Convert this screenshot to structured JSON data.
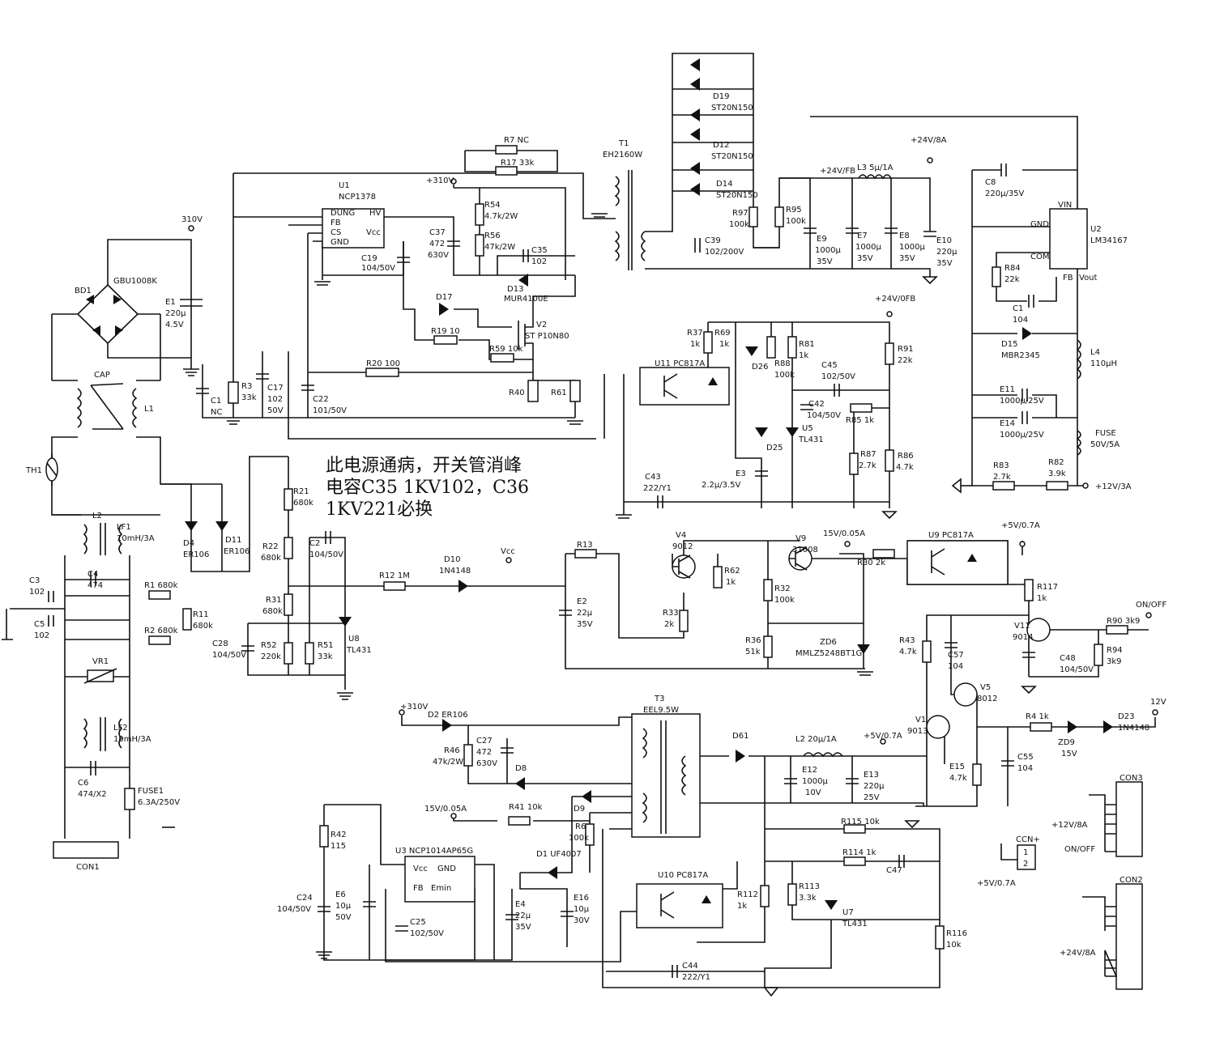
{
  "note": "此电源通病，开关管消峰\n电容C35 1KV102，C36\n1KV221必换",
  "labels": {
    "bridge": "GBU1008K",
    "bd1": "BD1",
    "e1": "E1",
    "e1_value": "220μ",
    "e1_voltage": "4.5V",
    "v310_top": "310V",
    "v310_u1": "+310V",
    "v310_t3": "+310V",
    "cap": "CAP",
    "l1": "L1",
    "th1": "TH1",
    "u1": "U1",
    "u1_part": "NCP1378",
    "u1_pin1": "DUNG",
    "u1_pin2": "FB",
    "u1_pin3": "CS",
    "u1_pin4": "GND",
    "u1_hv": "HV",
    "u1_vcc": "Vcc",
    "c19": "C19",
    "c19_value": "104/50V",
    "r7": "R7 NC",
    "r17": "R17 33k",
    "t1": "T1",
    "t1_part": "EH2160W",
    "r54": "R54",
    "r54_value": "4.7k/2W",
    "r56": "R56",
    "r56_value": "47k/2W",
    "c37": "C37",
    "c37_value": "472",
    "c37_voltage": "630V",
    "c35": "C35",
    "c35_value": "102",
    "d13": "D13",
    "d13_part": "MUR4100E",
    "d17": "D17",
    "v2": "V2",
    "v2_part": "ST P10N80",
    "r19": "R19 10",
    "r59": "R59 10k",
    "r20": "R20 100",
    "r40": "R40",
    "r61": "R61",
    "r3": "R3",
    "r3_value": "33k",
    "c1": "C1",
    "c1_value": "NC",
    "c17": "C17",
    "c17_value": "102",
    "c17_voltage": "50V",
    "c22": "C22",
    "c22_value": "101/50V",
    "d19": "D19",
    "d19_part": "ST20N150",
    "d12": "D12",
    "d12_part": "ST20N150",
    "d14": "D14",
    "d14_part": "ST20N150",
    "r97": "R97",
    "r97_value": "100k",
    "r95": "R95",
    "r95_value": "100k",
    "c39": "C39",
    "c39_value": "102/200V",
    "v24_8a": "+24V/8A",
    "v24_fb": "+24V/FB",
    "l3": "L3 5μ/1A",
    "e9": "E9",
    "e9_value": "1000μ",
    "e9_voltage": "35V",
    "e7": "E7",
    "e7_value": "1000μ",
    "e7_voltage": "35V",
    "e8": "E8",
    "e8_value": "1000μ",
    "e8_voltage": "35V",
    "e10": "E10",
    "e10_value": "220μ",
    "e10_voltage": "35V",
    "c8": "C8",
    "c8_value": "220μ/35V",
    "u2": "U2",
    "u2_part": "LM34167",
    "u2_vin": "VIN",
    "u2_gnd": "GND",
    "u2_com": "COM",
    "u2_fb": "FB",
    "u2_vout": "Vout",
    "r84": "R84",
    "r84_value": "22k",
    "c1b": "C1",
    "c1b_value": "104",
    "d15": "D15",
    "d15_part": "MBR2345",
    "l4": "L4",
    "l4_value": "110μH",
    "e11": "E11",
    "e11_value": "1000μ/25V",
    "e14": "E14",
    "e14_value": "1000μ/25V",
    "fuse": "FUSE",
    "fuse_value": "50V/5A",
    "r83": "R83",
    "r83_value": "2.7k",
    "r82": "R82",
    "r82_value": "3.9k",
    "v12_3a": "+12V/3A",
    "v24_0fb": "+24V/0FB",
    "r37": "R37",
    "r37_value": "1k",
    "r69": "R69",
    "r69_value": "1k",
    "r88": "R88",
    "r88_value": "100k",
    "r81": "R81",
    "r81_value": "1k",
    "r91": "R91",
    "r91_value": "22k",
    "c45": "C45",
    "c45_value": "102/50V",
    "u11": "U11 PC817A",
    "d26": "D26",
    "c42": "C42",
    "c42_value": "104/50V",
    "r85": "R85 1k",
    "u5": "U5",
    "u5_part": "TL431",
    "d25": "D25",
    "r87": "R87",
    "r87_value": "2.7k",
    "r86": "R86",
    "r86_value": "4.7k",
    "e3": "E3",
    "e3_value": "2.2μ/3.5V",
    "c43": "C43",
    "c43_value": "222/Y1",
    "l2": "L2",
    "lf1": "LF1",
    "lf1_value": "10mH/3A",
    "d4": "D4",
    "d4_part": "ER106",
    "d11": "D11",
    "d11_part": "ER106",
    "c3": "C3",
    "c3_value": "102",
    "c5": "C5",
    "c5_value": "102",
    "c4": "C4",
    "c4_value": "474",
    "r1": "R1 680k",
    "r11": "R11",
    "r11_value": "680k",
    "r2": "R2 680k",
    "vr1": "VR1",
    "lf2": "LF2",
    "lf2_value": "10mH/3A",
    "c6": "C6",
    "c6_value": "474/X2",
    "fuse1": "FUSE1",
    "fuse1_value": "6.3A/250V",
    "con1": "CON1",
    "r21": "R21",
    "r21_value": "680k",
    "r22": "R22",
    "r22_value": "680k",
    "r31": "R31",
    "r31_value": "680k",
    "r52": "R52",
    "r52_value": "220k",
    "r51": "R51",
    "r51_value": "33k",
    "c28": "C28",
    "c28_value": "104/50V",
    "c2": "C2",
    "c2_value": "104/50V",
    "u8": "U8",
    "u8_part": "TL431",
    "r12": "R12 1M",
    "d10": "D10",
    "d10_part": "1N4148",
    "vcc": "Vcc",
    "r13": "R13",
    "e2": "E2",
    "e2_value": "22μ",
    "e2_voltage": "35V",
    "v4": "V4",
    "v4_part": "9012",
    "r62": "R62",
    "r62_value": "1k",
    "r33": "R33",
    "r33_value": "2k",
    "v9": "V9",
    "v9_part": "31008",
    "r32": "R32",
    "r32_value": "100k",
    "r36": "R36",
    "r36_value": "51k",
    "zd6": "ZD6",
    "zd6_part": "MMLZ5248BT1G",
    "v15": "15V/0.05A",
    "r30": "R30 2k",
    "u9": "U9 PC817A",
    "v5_07a_top": "+5V/0.7A",
    "r117": "R117",
    "r117_value": "1k",
    "on_off_top": "ON/OFF",
    "r90": "R90 3k9",
    "r94": "R94",
    "r94_value": "3k9",
    "v11": "V11",
    "v11_part": "9014",
    "c48": "C48",
    "c48_value": "104/50V",
    "r43": "R43",
    "r43_value": "4.7k",
    "c57": "C57",
    "c57_value": "104",
    "v5": "V5",
    "v5_part": "8012",
    "v1": "V1",
    "v1_part": "9013",
    "r4": "R4 1k",
    "zd9": "ZD9",
    "zd9_value": "15V",
    "d23": "D23",
    "d23_part": "1N4148",
    "v12": "12V",
    "e15": "E15",
    "e15_value": "4.7k",
    "c55": "C55",
    "c55_value": "104",
    "d2": "D2 ER106",
    "r46": "R46",
    "r46_value": "47k/2W",
    "c27": "C27",
    "c27_value": "472",
    "c27_voltage": "630V",
    "d8": "D8",
    "t3": "T3",
    "t3_part": "EEL9.5W",
    "d61": "D61",
    "l2b": "L2 20μ/1A",
    "v5_07a_mid": "+5V/0.7A",
    "e12": "E12",
    "e12_value": "1000μ",
    "e12_voltage": "10V",
    "e13": "E13",
    "e13_value": "220μ",
    "e13_voltage": "25V",
    "d9": "D9",
    "r41": "R41 10k",
    "r6": "R6",
    "r6_value": "100k",
    "v15b": "15V/0.05A",
    "r42": "R42",
    "r42_value": "115",
    "u3": "U3 NCP1014AP65G",
    "u3_vcc": "Vcc",
    "u3_gnd": "GND",
    "u3_fb": "FB",
    "u3_emin": "Emin",
    "c24": "C24",
    "c24_value": "104/50V",
    "e6": "E6",
    "e6_value": "10μ",
    "e6_voltage": "50V",
    "c25": "C25",
    "c25_value": "102/50V",
    "d1": "D1 UF4007",
    "e4": "E4",
    "e4_value": "22μ",
    "e4_voltage": "35V",
    "e16": "E16",
    "e16_value": "10μ",
    "e16_voltage": "30V",
    "u10": "U10 PC817A",
    "r112": "R112",
    "r112_value": "1k",
    "r113": "R113",
    "r113_value": "3.3k",
    "r115": "R115 10k",
    "r114": "R114 1k",
    "c47": "C47",
    "u7": "U7",
    "u7_part": "TL431",
    "r116": "R116",
    "r116_value": "10k",
    "c44": "C44",
    "c44_value": "222/Y1",
    "ccn": "CCN+",
    "ccn_pin1": "1",
    "ccn_pin2": "2",
    "v5_07a_ccn": "+5V/0.7A",
    "con3": "CON3",
    "con3_12v": "+12V/8A",
    "con3_onoff": "ON/OFF",
    "con2": "CON2",
    "con2_24v": "+24V/8A"
  }
}
